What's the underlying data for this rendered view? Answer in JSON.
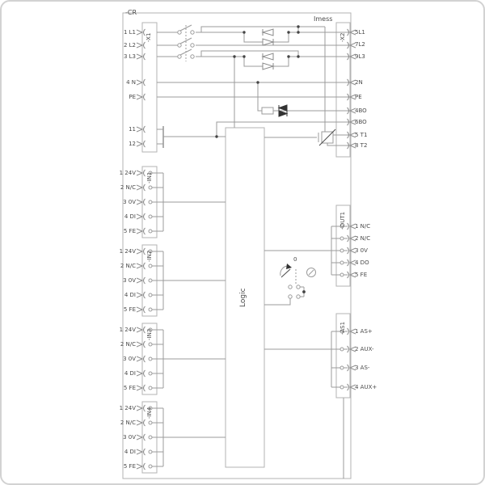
{
  "frame": {
    "corner_label": "-CR",
    "imess_label": "Imess"
  },
  "logic": {
    "label": "Logic"
  },
  "address_switch": {
    "position_label": "0"
  },
  "connectors": {
    "x1": {
      "label": "-X1",
      "terminals": [
        "1 L1",
        "2 L2",
        "3 L3",
        "4 N",
        "PE"
      ],
      "aux": [
        "11",
        "12"
      ]
    },
    "x2": {
      "label": "-X2",
      "terminals": [
        "5L1",
        "7L2",
        "9L3",
        "2N",
        "PE",
        "4BO",
        "6BO",
        "5 T1",
        "8 T2"
      ]
    },
    "in1": {
      "label": "-IN1",
      "terminals": [
        "1 24V",
        "2 N/C",
        "3 0V",
        "4 DI",
        "5 FE"
      ]
    },
    "in2": {
      "label": "-IN2",
      "terminals": [
        "1 24V",
        "2 N/C",
        "3 0V",
        "4 DI",
        "5 FE"
      ]
    },
    "in3": {
      "label": "-IN3",
      "terminals": [
        "1 24V",
        "2 N/C",
        "3 0V",
        "4 DI",
        "5 FE"
      ]
    },
    "in4": {
      "label": "-IN4",
      "terminals": [
        "1 24V",
        "2 N/C",
        "3 0V",
        "4 DI",
        "5 FE"
      ]
    },
    "out1": {
      "label": "-OUT1",
      "terminals": [
        "1 N/C",
        "2 N/C",
        "3 0V",
        "4 DO",
        "5 FE"
      ]
    },
    "as1": {
      "label": "-AS1",
      "terminals": [
        "1 AS+",
        "2 AUX-",
        "3 AS-",
        "4 AUX+"
      ]
    }
  },
  "colors": {
    "wire": "#9b9b9b",
    "text": "#4a4a4a",
    "symbol_fill": "#333333"
  }
}
